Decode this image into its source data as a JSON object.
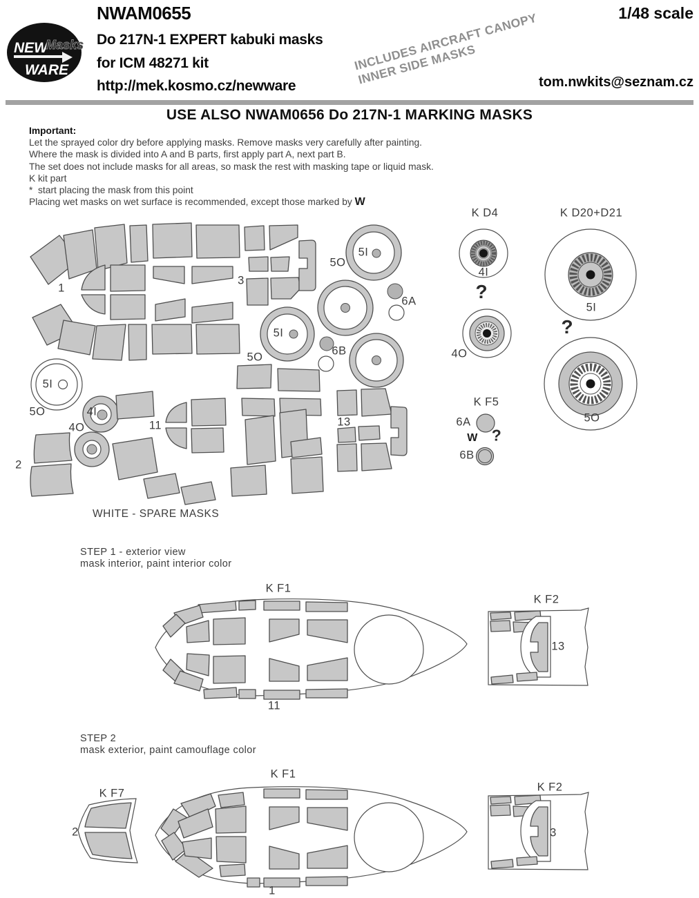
{
  "header": {
    "logo": {
      "word1": "NEW",
      "word2": "Masks",
      "word3": "WARE"
    },
    "product_code": "NWAM0655",
    "title": "Do 217N-1 EXPERT kabuki masks",
    "subtitle": "for ICM 48271 kit",
    "website": "http://mek.kosmo.cz/newware",
    "scale": "1/48 scale",
    "email": "tom.nwkits@seznam.cz",
    "diagonal_note": [
      "INCLUDES AIRCRAFT CANOPY",
      "INNER SIDE  MASKS"
    ]
  },
  "notice": "USE ALSO NWAM0656 Do 217N-1 MARKING MASKS",
  "instructions": {
    "heading": "Important:",
    "lines": [
      "Let the sprayed color dry before applying masks. Remove masks very carefully after painting.",
      "Where the mask is divided into A and B parts, first apply part A, next part B.",
      "The set does not include masks for all areas, so mask the rest with masking tape or liquid mask.",
      "K kit part",
      "*  start placing the mask from this point"
    ],
    "wet_line_prefix": "Placing wet masks on wet surface is recommended, except those marked by ",
    "wet_symbol": "W"
  },
  "spare_note": "WHITE - SPARE MASKS",
  "labels": {
    "p1": "1",
    "p2": "2",
    "p3": "3",
    "p11": "11",
    "p13": "13",
    "i4": "4I",
    "o4": "4O",
    "i5": "5I",
    "o5": "5O",
    "a6": "6A",
    "b6": "6B",
    "question": "?",
    "wet": "W"
  },
  "kit_parts": {
    "kd4": "K D4",
    "kd20": "K D20+D21",
    "kf5": "K F5",
    "kf1": "K F1",
    "kf2": "K F2",
    "kf7": "K F7"
  },
  "steps": {
    "step1": {
      "title": "STEP 1 - exterior view",
      "subtitle": "mask interior, paint interior color"
    },
    "step2": {
      "title": "STEP 2",
      "subtitle": "mask exterior, paint camouflage color"
    }
  },
  "colors": {
    "mask_fill": "#c7c7c7",
    "mask_outline": "#4e4e4e",
    "divider_bar": "#a2a2a2",
    "watermark_gray": "#8e8e8e",
    "logo_bg": "#121212"
  }
}
